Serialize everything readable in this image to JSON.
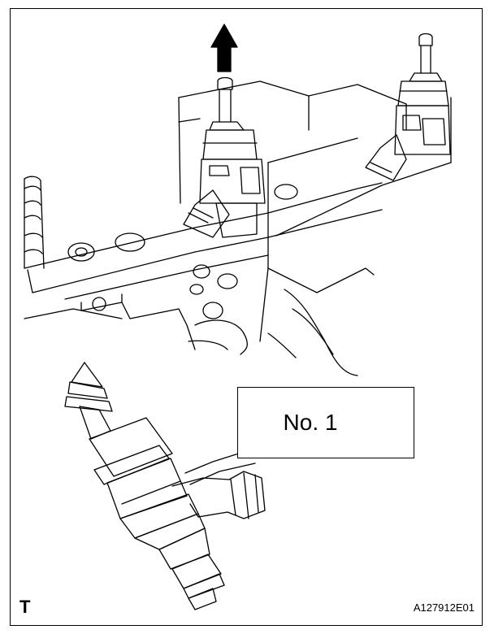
{
  "callout": {
    "label": "No. 1"
  },
  "corner_letter": "T",
  "figure_code": "A127912E01",
  "colors": {
    "line": "#000000",
    "background": "#ffffff"
  }
}
